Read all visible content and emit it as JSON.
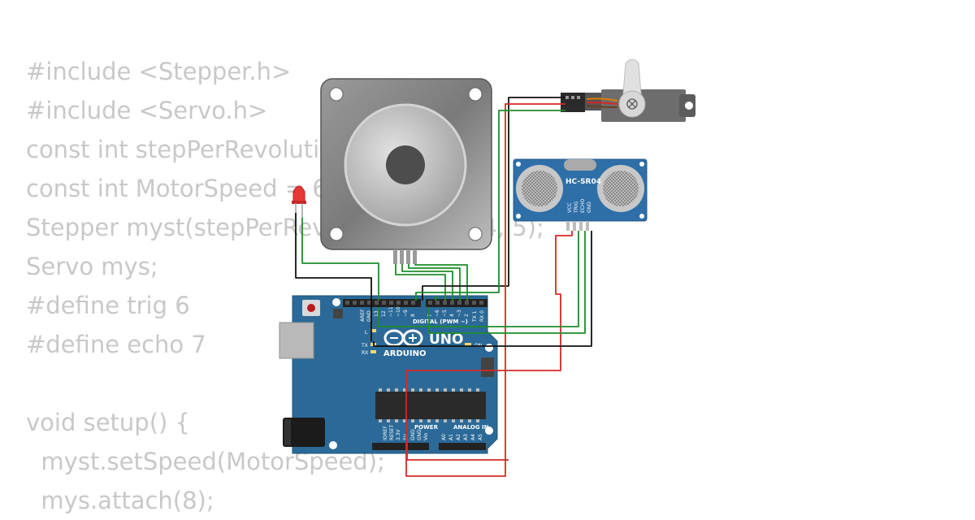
{
  "code_lines": [
    "#include <Stepper.h>",
    "#include <Servo.h>",
    "const int stepPerRevolution = 200;",
    "const int MotorSpeed = 60;",
    "Stepper myst(stepPerRevolution, 2, 3, 4, 5);",
    "Servo mys;",
    "#define trig 6",
    "#define echo 7",
    "",
    "void setup() {",
    "  myst.setSpeed(MotorSpeed);",
    "  mys.attach(8);"
  ],
  "board": {
    "brand": "ARDUINO",
    "model": "UNO",
    "digital_header": "DIGITAL (PWM ~)",
    "power_header": "POWER",
    "analog_header": "ANALOG IN",
    "on_label": "ON",
    "aref": "AREF",
    "gnd": "GND",
    "l_label": "L",
    "tx": "TX",
    "rx": "RX",
    "digital_pins": [
      "13",
      "12",
      "~11",
      "~10",
      "~9",
      "8",
      "7",
      "~6",
      "~5",
      "4",
      "~3",
      "2",
      "TX 1",
      "RX 0"
    ],
    "power_pins": [
      "IOREF",
      "RESET",
      "3.3V",
      "5V",
      "GND",
      "GND",
      "Vin"
    ],
    "analog_pins": [
      "A0",
      "A1",
      "A2",
      "A3",
      "A4",
      "A5"
    ]
  },
  "sensor": {
    "model": "HC-SR04",
    "pins": [
      "VCC",
      "TRIG",
      "ECHO",
      "GND"
    ]
  },
  "colors": {
    "code_text": "#c8c8c8",
    "board_blue": "#2b6a98",
    "wire_green": "#1f8c2b",
    "wire_red": "#d62828",
    "wire_black": "#111111",
    "led_red": "#e53935",
    "sensor_blue": "#2f6fa8"
  }
}
